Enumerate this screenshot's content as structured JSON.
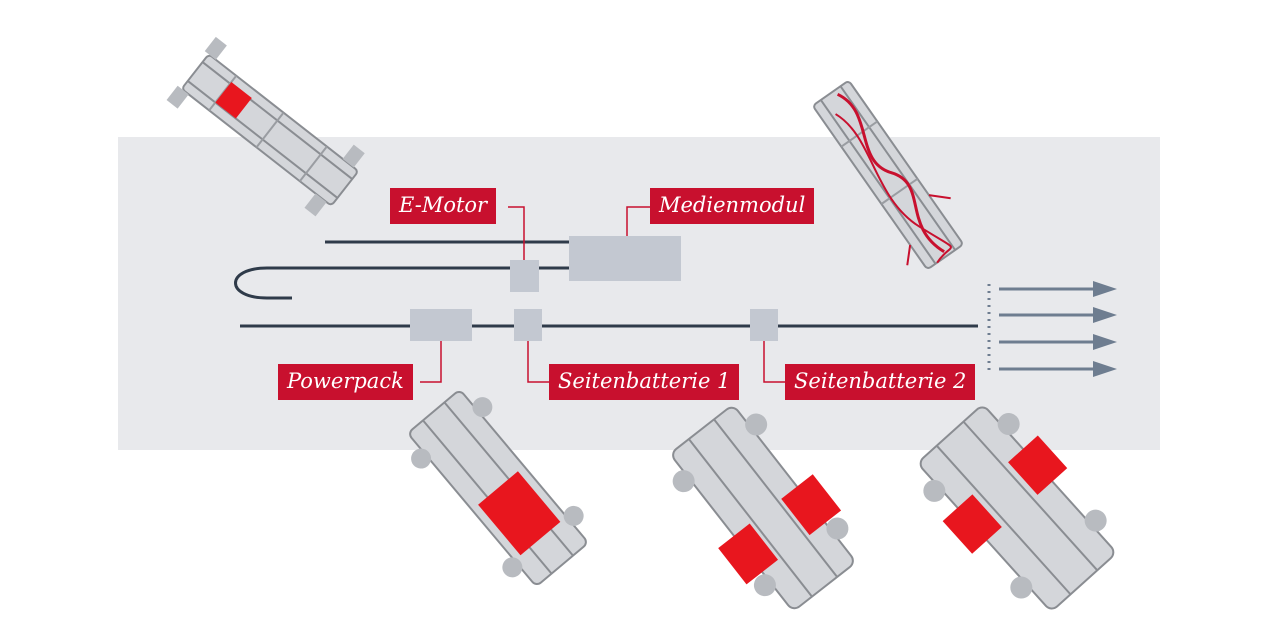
{
  "labels": {
    "emotor": "E-Motor",
    "medienmodul": "Medienmodul",
    "powerpack": "Powerpack",
    "seitenbatterie1": "Seitenbatterie 1",
    "seitenbatterie2": "Seitenbatterie 2"
  },
  "colors": {
    "accent": "#c8102e",
    "panel": "#e8e9ec",
    "line": "#2f3b4a",
    "module": "#c3c8d1",
    "arrow": "#6e7d90",
    "chassis": "#8a8d92",
    "battery": "#e8161e"
  }
}
